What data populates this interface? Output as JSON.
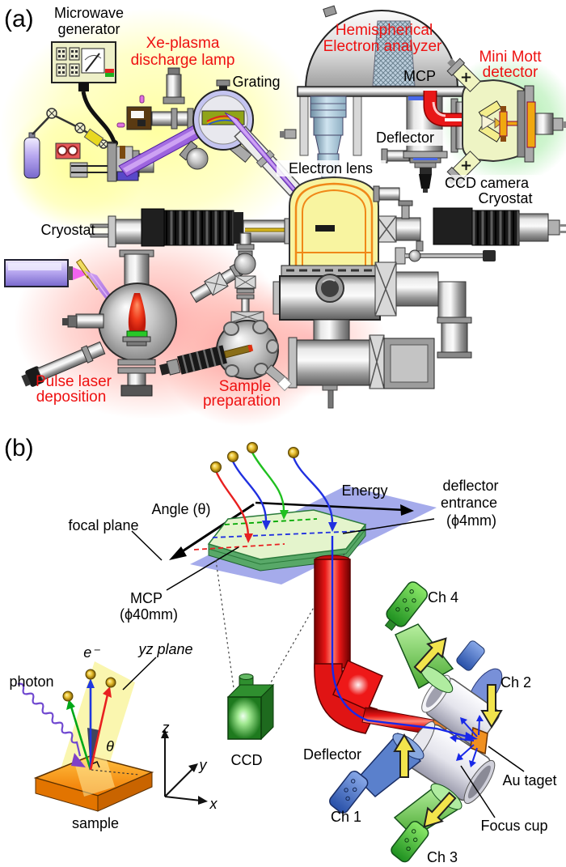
{
  "a": {
    "tag": "(a)",
    "microwave1": "Microwave",
    "microwave2": "generator",
    "xe1": "Xe-plasma",
    "xe2": "discharge lamp",
    "grating": "Grating",
    "hemi1": "Hemispherical",
    "hemi2": "Electron analyzer",
    "mcp": "MCP",
    "mott1": "Mini Mott",
    "mott2": "detector",
    "deflector": "Deflector",
    "elens": "Electron lens",
    "ccd": "CCD camera",
    "cryoR": "Cryostat",
    "cryoL": "Cryostat",
    "pld1": "Pulse laser",
    "pld2": "deposition",
    "prep1": "Sample",
    "prep2": "preparation"
  },
  "b": {
    "tag": "(b)",
    "angle": "Angle (θ)",
    "focal": "focal plane",
    "energy": "Energy",
    "defl_ent1": "deflector",
    "defl_ent2": "entrance",
    "defl_ent3": "(ϕ4mm)",
    "mcp1": "MCP",
    "mcp2": "(ϕ40mm)",
    "ch1": "Ch 1",
    "ch2": "Ch 2",
    "ch3": "Ch 3",
    "ch4": "Ch 4",
    "deflector": "Deflector",
    "au": "Au taget",
    "focus": "Focus cup",
    "e": "e⁻",
    "yz": "yz plane",
    "photon": "photon",
    "theta": "θ",
    "x": "x",
    "y": "y",
    "z": "z",
    "ccd": "CCD",
    "sample": "sample"
  },
  "colors": {
    "highlight_label": "#ee1111",
    "yellow_glow": "#ffff9c",
    "green_glow": "#98e898",
    "red_glow": "#ff9898",
    "uv_beam": "#8040d8",
    "analyzer_red_tube": "#e81818",
    "focal_plane_blue": "#8e96e6",
    "mcp_plate_green": "#e4f4cc",
    "gold_ball": "#e8c030",
    "sample_orange": "#f07800",
    "spin_arrow_yellow": "#f2e44c"
  }
}
